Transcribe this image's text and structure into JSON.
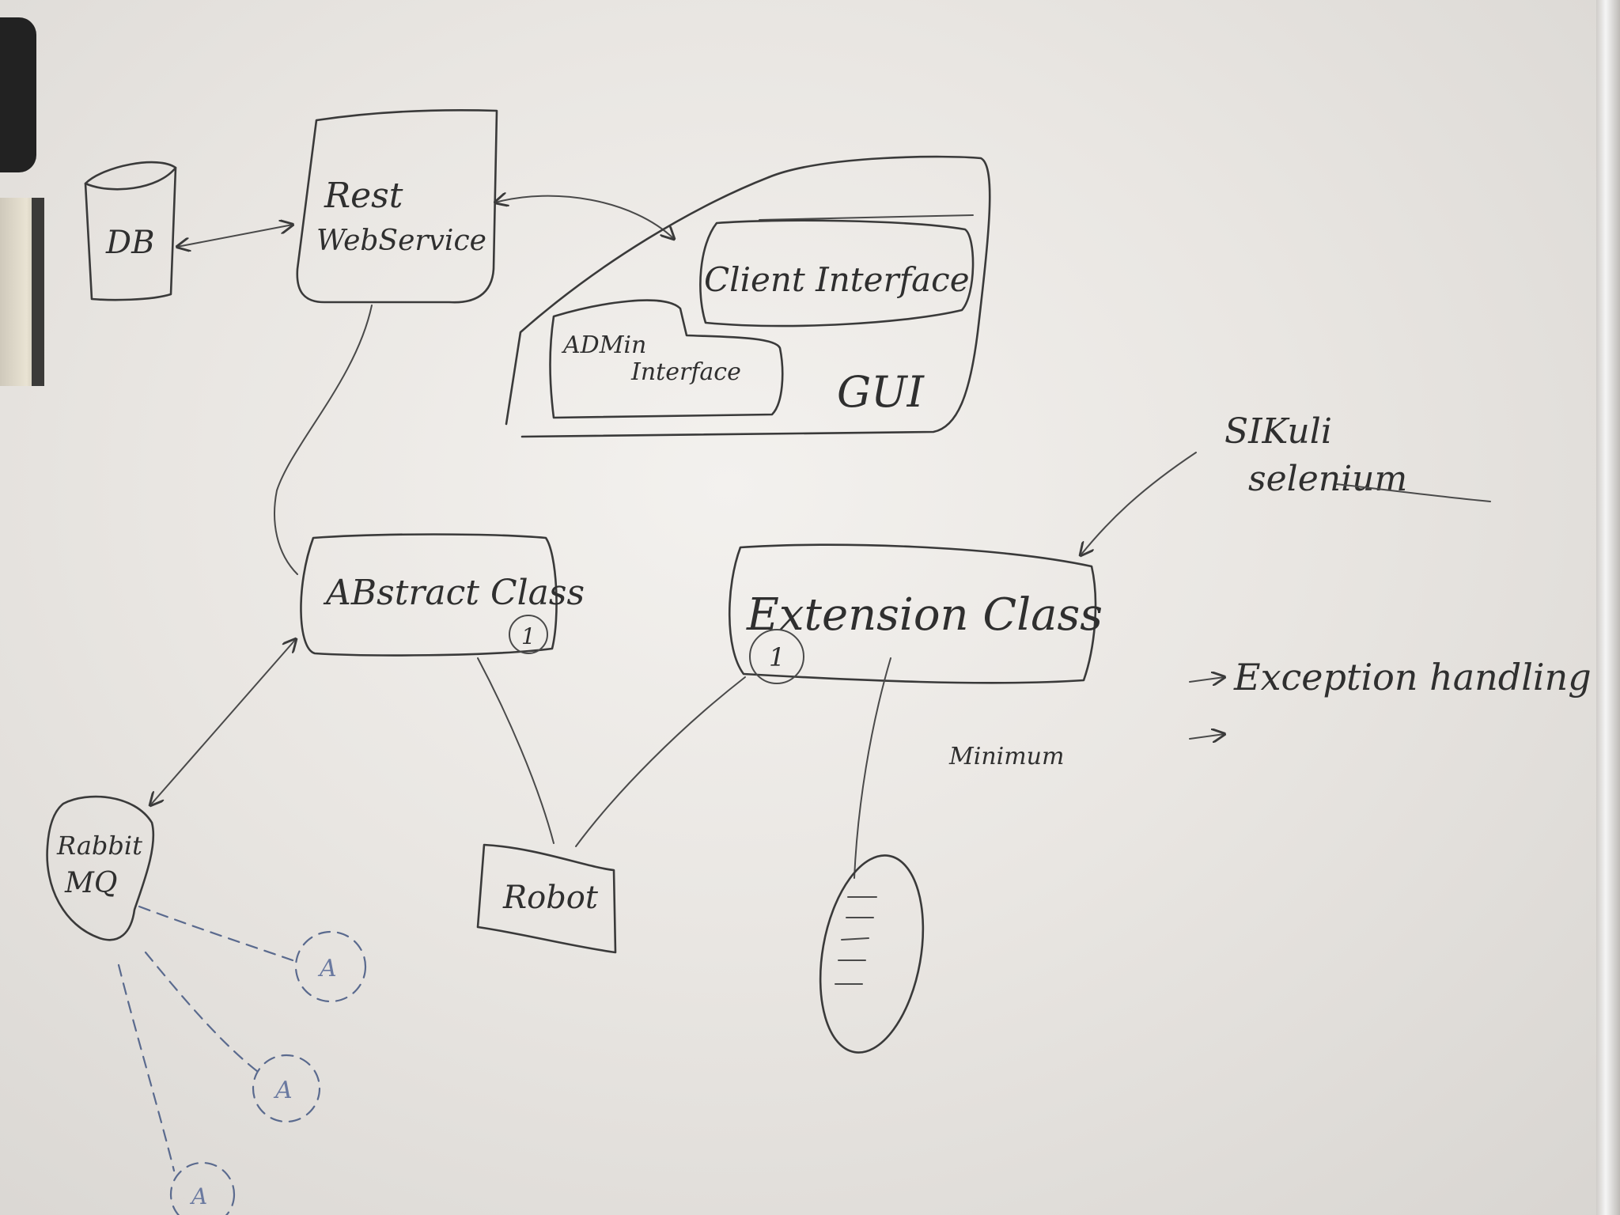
{
  "nodes": {
    "db": "DB",
    "rest": [
      "Rest",
      "WebService"
    ],
    "client_interface": "Client Interface",
    "admin_interface": [
      "ADMin",
      "Interface"
    ],
    "gui": "GUI",
    "abstract_class": "ABstract Class",
    "abstract_badge": "1",
    "extension_class": "Extension Class",
    "extension_badge": "1",
    "rabbit_mq": [
      "Rabbit",
      "MQ"
    ],
    "robot": "Robot",
    "agent_label": "A"
  },
  "notes": {
    "sikuli": "SIKuli",
    "selenium": "selenium",
    "exception_handling": "Exception handling",
    "minimum": "Minimum"
  },
  "colors": {
    "ink": "#3a3a3a",
    "blue_ink": "#5a6a8e",
    "board": "#f1efec"
  }
}
